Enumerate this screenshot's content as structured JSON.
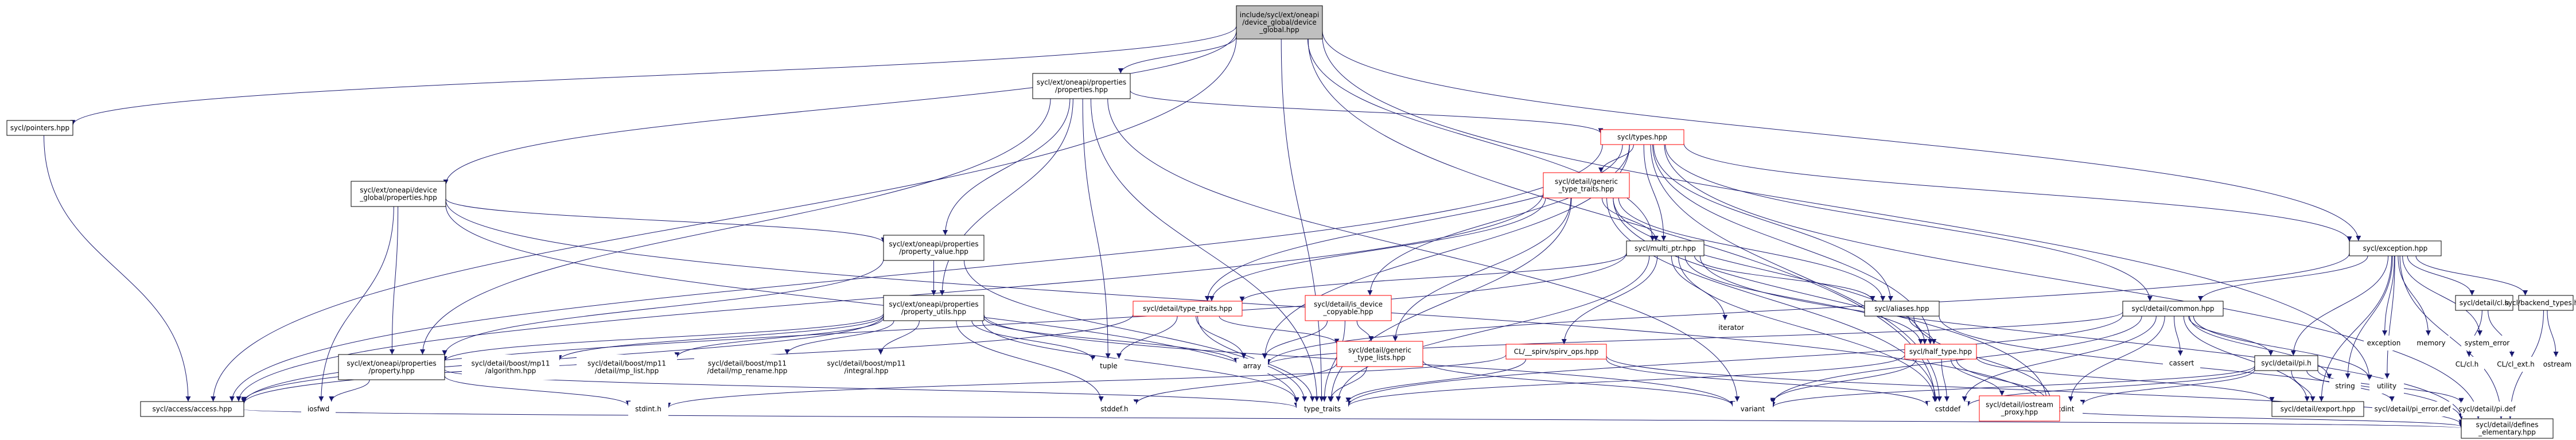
{
  "colors": {
    "edge": "#191970",
    "node_border": "#000000",
    "node_border_red": "#ff0000",
    "root_fill": "#bfbfbf",
    "node_fill": "#ffffff",
    "text": "#000000",
    "external_text": "#4d4d4d"
  },
  "nodes": {
    "root": {
      "label": "include/sycl/ext/oneapi\n/device_global/device\n_global.hpp"
    },
    "pointers": {
      "label": "sycl/pointers.hpp"
    },
    "ext_props": {
      "label": "sycl/ext/oneapi/properties\n/properties.hpp"
    },
    "types": {
      "label": "sycl/types.hpp"
    },
    "dg_props": {
      "label": "sycl/ext/oneapi/device\n_global/properties.hpp"
    },
    "gen_type_traits": {
      "label": "sycl/detail/generic\n_type_traits.hpp"
    },
    "prop_value": {
      "label": "sycl/ext/oneapi/properties\n/property_value.hpp"
    },
    "multi_ptr": {
      "label": "sycl/multi_ptr.hpp"
    },
    "exception": {
      "label": "sycl/exception.hpp"
    },
    "type_traits_hpp": {
      "label": "sycl/detail/type_traits.hpp"
    },
    "is_dev_copyable": {
      "label": "sycl/detail/is_device\n_copyable.hpp"
    },
    "aliases": {
      "label": "sycl/aliases.hpp"
    },
    "common": {
      "label": "sycl/detail/common.hpp"
    },
    "iterator": {
      "label": "iterator"
    },
    "prop_utils": {
      "label": "sycl/ext/oneapi/properties\n/property_utils.hpp"
    },
    "exc_ext": {
      "label": "exception"
    },
    "memory": {
      "label": "memory"
    },
    "system_error": {
      "label": "system_error"
    },
    "cl_h": {
      "label": "sycl/detail/cl.h"
    },
    "backend_types": {
      "label": "sycl/backend_types.hpp"
    },
    "spirv_ops": {
      "label": "CL/__spirv/spirv_ops.hpp"
    },
    "gen_type_lists": {
      "label": "sycl/detail/generic\n_type_lists.hpp"
    },
    "half_type": {
      "label": "sycl/half_type.hpp"
    },
    "property_hpp": {
      "label": "sycl/ext/oneapi/properties\n/property.hpp"
    },
    "mp11_alg": {
      "label": "sycl/detail/boost/mp11\n/algorithm.hpp"
    },
    "mp11_list": {
      "label": "sycl/detail/boost/mp11\n/detail/mp_list.hpp"
    },
    "mp11_rename": {
      "label": "sycl/detail/boost/mp11\n/detail/mp_rename.hpp"
    },
    "mp11_integral": {
      "label": "sycl/detail/boost/mp11\n/integral.hpp"
    },
    "tuple": {
      "label": "tuple"
    },
    "array": {
      "label": "array"
    },
    "cassert": {
      "label": "cassert"
    },
    "string": {
      "label": "string"
    },
    "utility": {
      "label": "utility"
    },
    "pi_h": {
      "label": "sycl/detail/pi.h"
    },
    "cl_cl_h": {
      "label": "CL/cl.h"
    },
    "cl_cl_ext_h": {
      "label": "CL/cl_ext.h"
    },
    "ostream": {
      "label": "ostream"
    },
    "access": {
      "label": "sycl/access/access.hpp"
    },
    "iosfwd": {
      "label": "iosfwd"
    },
    "stdint_h": {
      "label": "stdint.h"
    },
    "stddef_h": {
      "label": "stddef.h"
    },
    "std_type_traits": {
      "label": "type_traits"
    },
    "variant": {
      "label": "variant"
    },
    "cstddef": {
      "label": "cstddef"
    },
    "cstdint": {
      "label": "cstdint"
    },
    "iostream_proxy": {
      "label": "sycl/detail/iostream\n_proxy.hpp"
    },
    "export": {
      "label": "sycl/detail/export.hpp"
    },
    "pi_error": {
      "label": "sycl/detail/pi_error.def"
    },
    "pi_def": {
      "label": "sycl/detail/pi.def"
    },
    "defines_elem": {
      "label": "sycl/detail/defines\n_elementary.hpp"
    }
  }
}
